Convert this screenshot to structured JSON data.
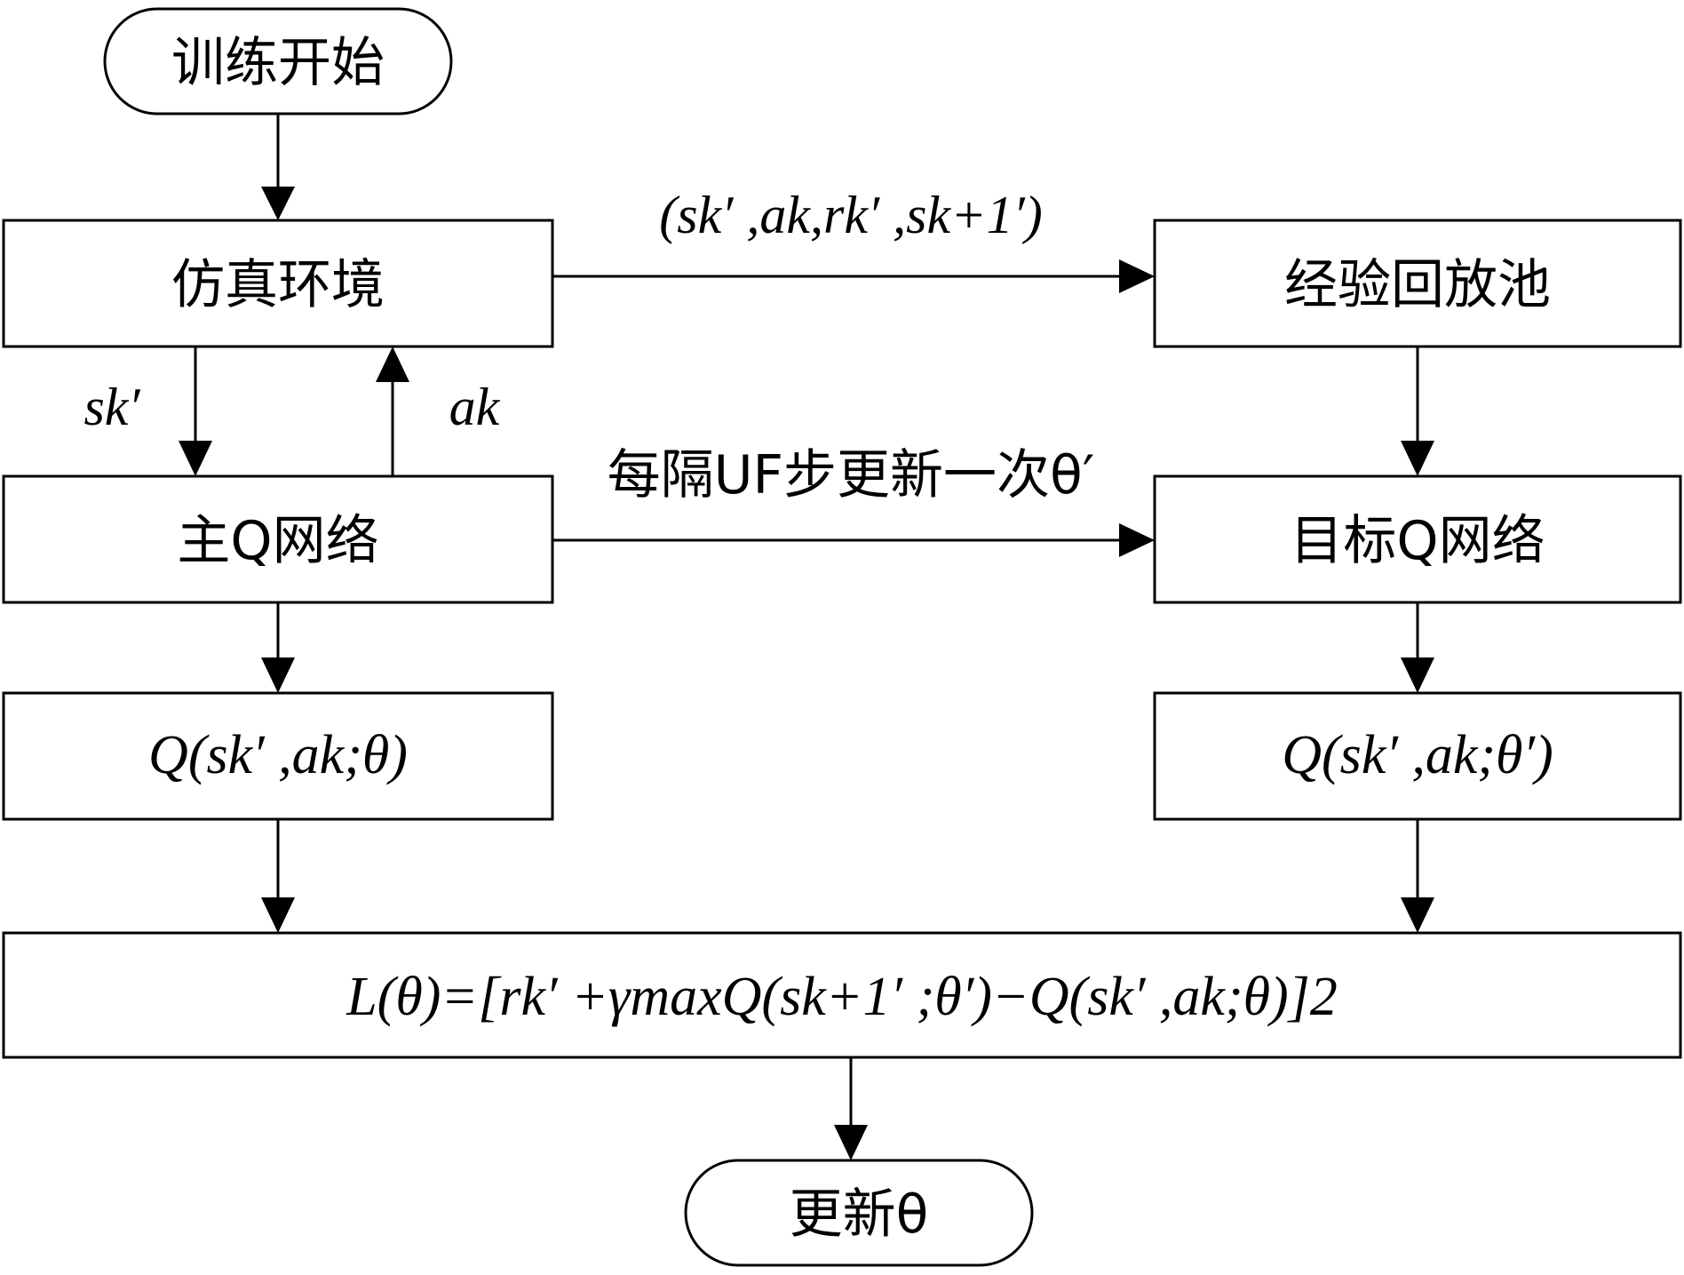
{
  "nodes": {
    "start": {
      "label": "训练开始"
    },
    "sim_env": {
      "label": "仿真环境"
    },
    "replay_pool": {
      "label": "经验回放池"
    },
    "main_q": {
      "label": "主Q网络"
    },
    "target_q": {
      "label": "目标Q网络"
    },
    "main_q_value": {
      "label": "Q(sk′ ,ak;θ)"
    },
    "target_q_value": {
      "label": "Q(sk′ ,ak;θ′)"
    },
    "loss": {
      "label": "L(θ)=[rk′ +γmaxQ(sk+1′ ;θ′)−Q(sk′ ,ak;θ)]2"
    },
    "end": {
      "label": "更新θ"
    }
  },
  "edges": {
    "transition_tuple": {
      "label": "(sk′ ,ak,rk′ ,sk+1′)"
    },
    "state": {
      "label": "sk′"
    },
    "action": {
      "label": "ak"
    },
    "sync": {
      "label": "每隔UF步更新一次θ′"
    }
  }
}
